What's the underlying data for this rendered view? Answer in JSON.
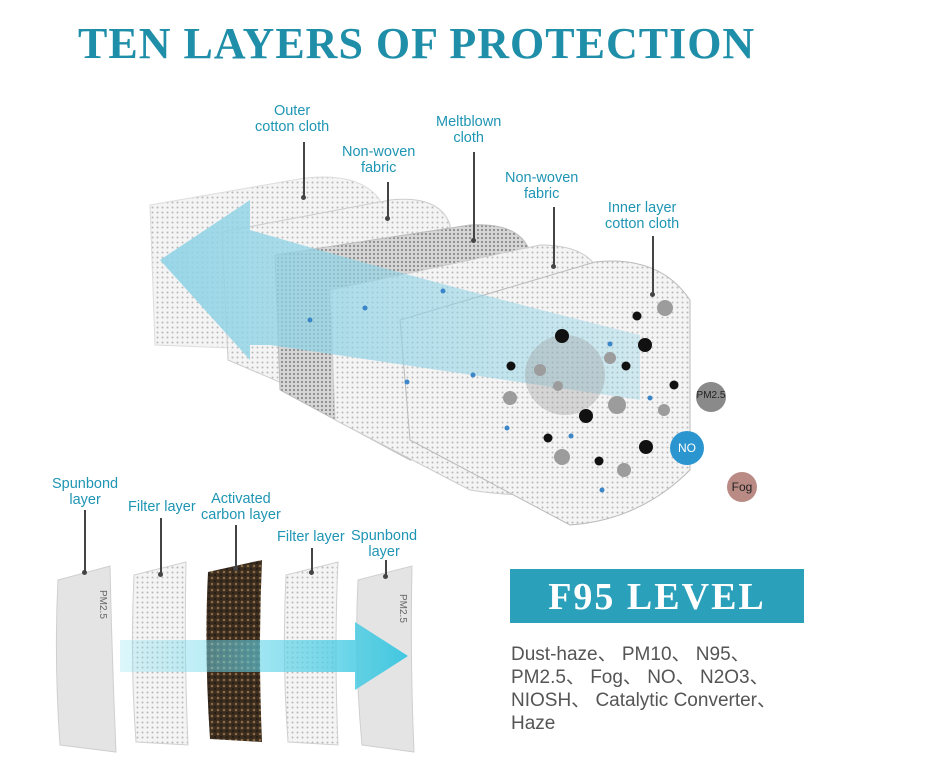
{
  "title": "TEN LAYERS OF PROTECTION",
  "mask_layers": {
    "outer": "Outer\ncotton cloth",
    "nonwoven1": "Non-woven\nfabric",
    "meltblown": "Meltblown\ncloth",
    "nonwoven2": "Non-woven\nfabric",
    "inner": "Inner layer\ncotton cloth"
  },
  "particles": {
    "pm25": "PM2.5",
    "no": "NO",
    "fog": "Fog"
  },
  "filter_layers": {
    "spunbond1": "Spunbond\nlayer",
    "filter1": "Filter layer",
    "carbon": "Activated\ncarbon layer",
    "filter2": "Filter layer",
    "spunbond2": "Spunbond\nlayer"
  },
  "filter_print": "PM2.5",
  "badge": "F95 LEVEL",
  "description_lines": [
    "Dust-haze、 PM10、 N95、",
    "PM2.5、 Fog、 NO、 N2O3、",
    "NIOSH、 Catalytic Converter、",
    "Haze"
  ],
  "colors": {
    "accent": "#1f8ea8",
    "badge": "#2aa0bb",
    "arrow": "#56c8df"
  }
}
